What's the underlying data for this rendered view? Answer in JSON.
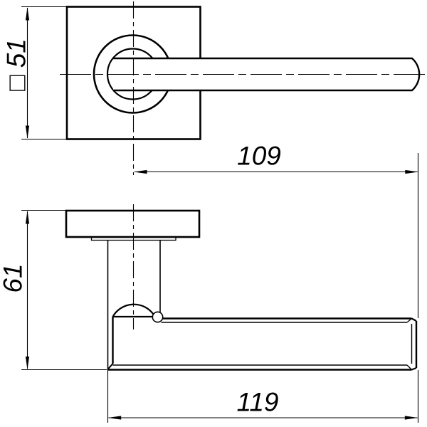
{
  "drawing": {
    "dimension_labels": {
      "square_rose": "□ 51",
      "upper_length": "109",
      "side_height": "61",
      "overall_length": "119"
    }
  },
  "colors": {
    "line": "#000000",
    "background": "#ffffff"
  }
}
